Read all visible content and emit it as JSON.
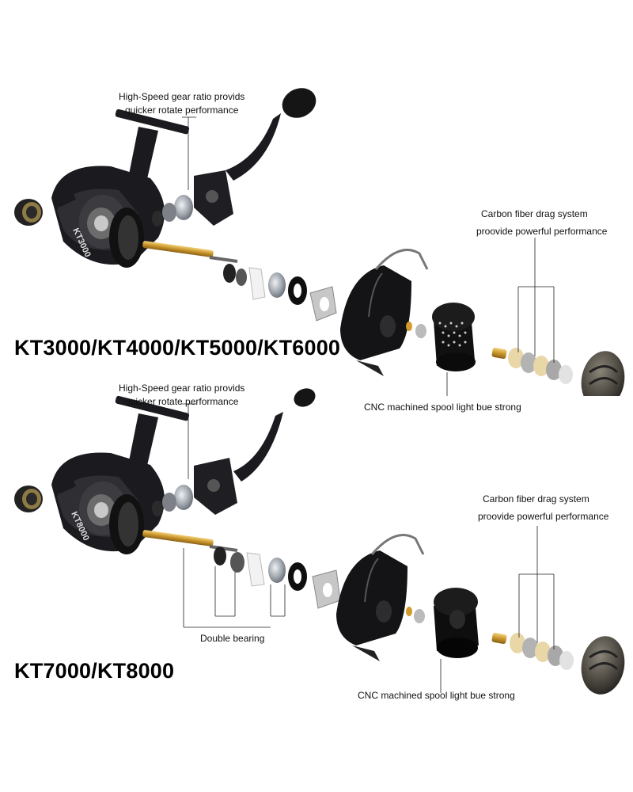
{
  "panels": [
    {
      "model": "KT3000/KT4000/KT5000/KT6000",
      "body_label": "KT3000",
      "callouts": {
        "gear_ratio_line1": "High-Speed gear ratio provids",
        "gear_ratio_line2": "quicker rotate performance",
        "drag_line1": "Carbon fiber drag system",
        "drag_line2": "proovide powerful performance",
        "spool": "CNC machined spool light bue strong"
      }
    },
    {
      "model": "KT7000/KT8000",
      "body_label": "KT8000",
      "callouts": {
        "gear_ratio_line1": "High-Speed gear ratio provids",
        "gear_ratio_line2": "quicker rotate performance",
        "drag_line1": "Carbon fiber drag system",
        "drag_line2": "proovide powerful performance",
        "spool": "CNC machined spool light bue strong",
        "bearing": "Double bearing"
      }
    }
  ],
  "colors": {
    "reel_body": "#1b1b1f",
    "gold": "#d4a234",
    "steel": "#9aa0a8",
    "drag_washer": "#e9d7a8",
    "knob": "#4a463f"
  }
}
